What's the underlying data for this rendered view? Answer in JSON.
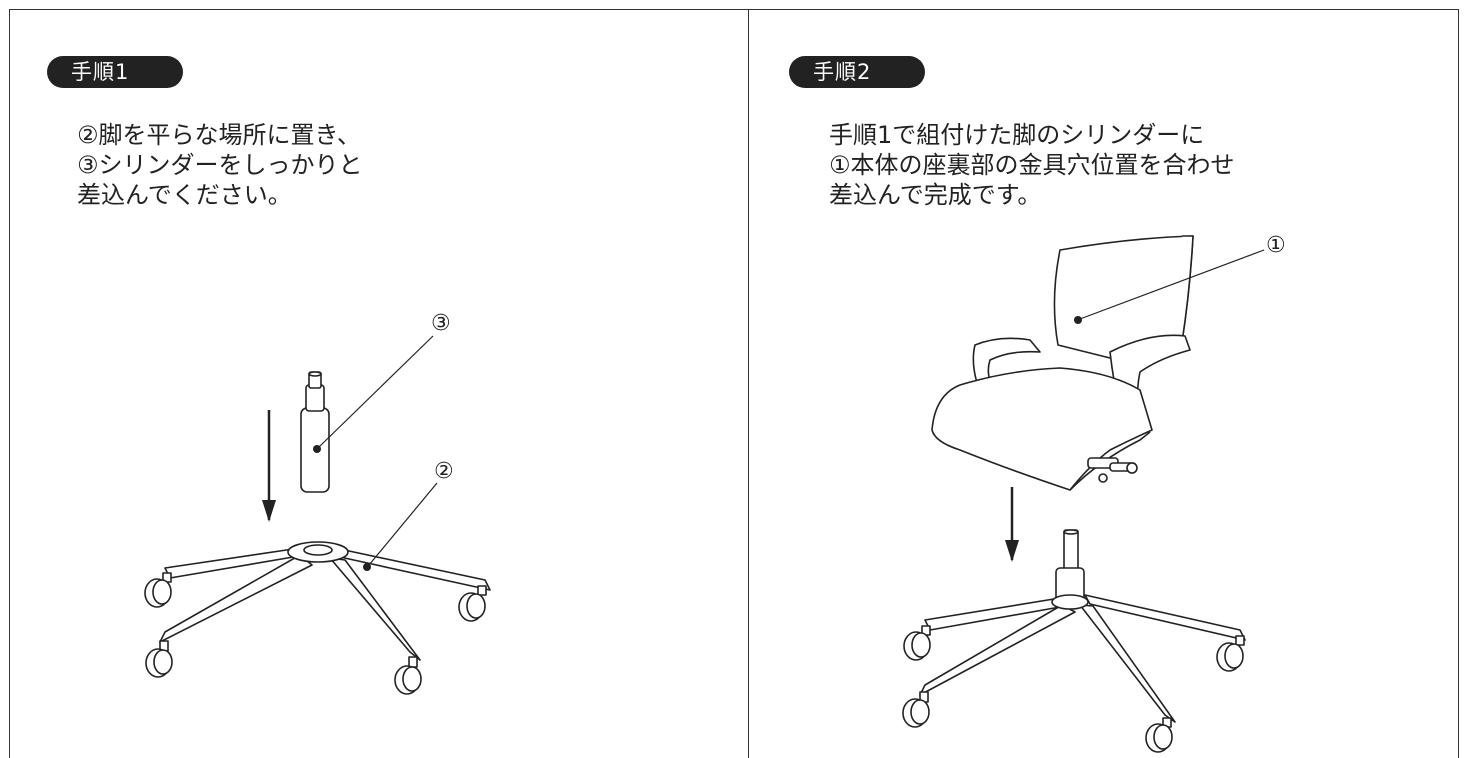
{
  "step1": {
    "badge": "手順1",
    "lines": [
      "②脚を平らな場所に置き、",
      "③シリンダーをしっかりと",
      "差込んでください。"
    ],
    "callouts": {
      "cylinder": "③",
      "base": "②"
    }
  },
  "step2": {
    "badge": "手順2",
    "lines": [
      "手順1で組付けた脚のシリンダーに",
      "①本体の座裏部の金具穴位置を合わせ",
      "差込んで完成です。"
    ],
    "callouts": {
      "body": "①"
    }
  }
}
